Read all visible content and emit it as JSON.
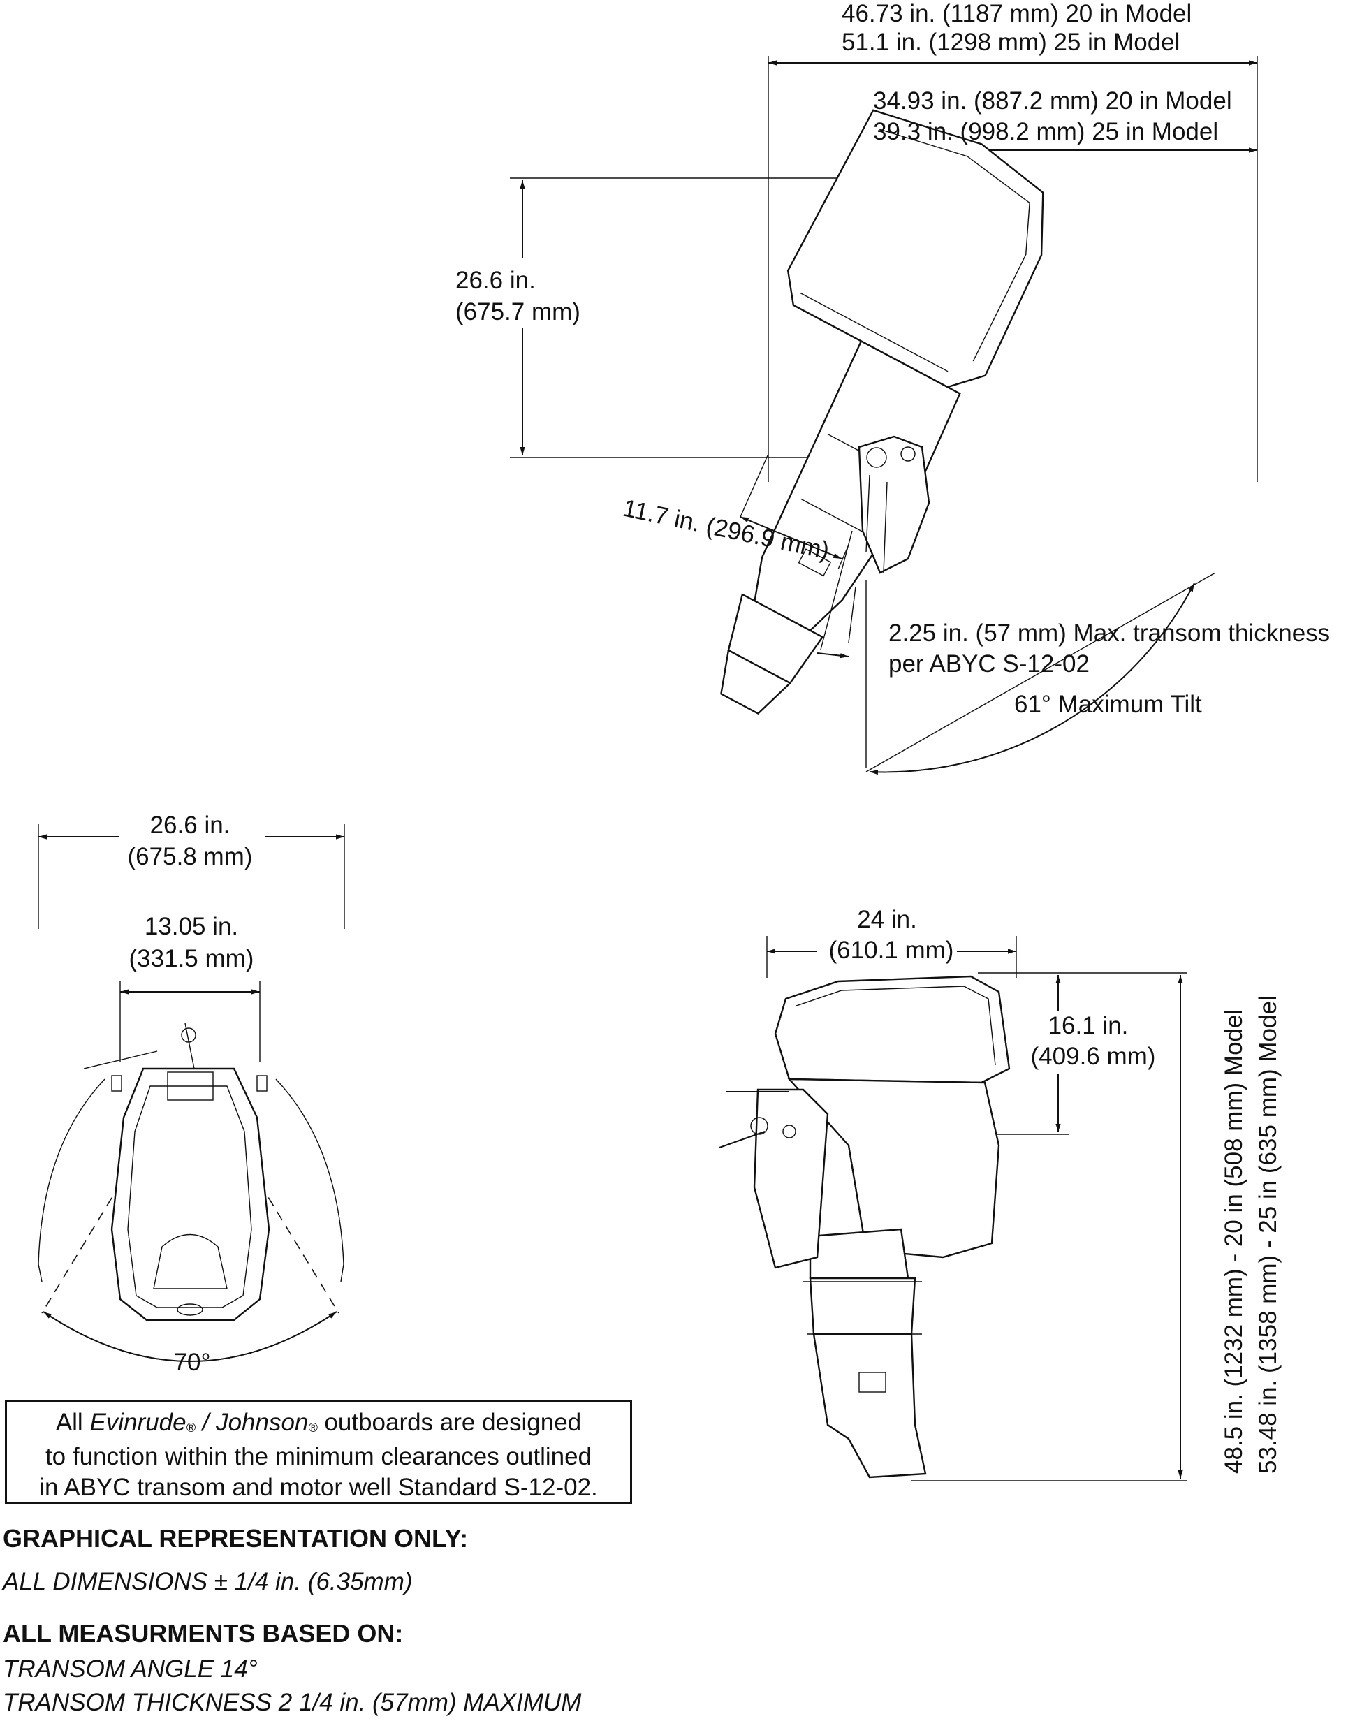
{
  "side_view_tilted": {
    "overall_length_20": "46.73 in. (1187 mm) 20 in Model",
    "overall_length_25": "51.1 in. (1298 mm) 25 in Model",
    "tilt_length_20": "34.93 in. (887.2 mm) 20 in Model",
    "tilt_length_25": "39.3 in. (998.2 mm) 25 in Model",
    "height_in": "26.6 in.",
    "height_mm": "(675.7 mm)",
    "clamp_offset": "11.7 in. (296.9 mm)",
    "transom_thickness_line1": "2.25 in. (57 mm) Max. transom thickness",
    "transom_thickness_line2": "per ABYC S-12-02",
    "max_tilt": "61° Maximum Tilt"
  },
  "top_view": {
    "swing_width_in": "26.6 in.",
    "swing_width_mm": "(675.8 mm)",
    "body_width_in": "13.05 in.",
    "body_width_mm": "(331.5 mm)",
    "steering_angle": "70°"
  },
  "side_view_upright": {
    "length_in": "24 in.",
    "length_mm": "(610.1 mm)",
    "cowl_height_in": "16.1 in.",
    "cowl_height_mm": "(409.6 mm)",
    "height_20": "48.5 in. (1232 mm) - 20 in (508 mm) Model",
    "height_25": "53.48 in. (1358 mm) - 25 in (635 mm) Model"
  },
  "notice": {
    "prefix": "All",
    "brand1": "Evinrude",
    "reg1": "®",
    "separator": "/",
    "brand2": "Johnson",
    "reg2": "®",
    "line1_tail": "outboards are designed",
    "line2": "to function within the minimum clearances outlined",
    "line3": "in ABYC transom and motor well Standard S-12-02."
  },
  "footer": {
    "heading1": "GRAPHICAL REPRESENTATION ONLY:",
    "tolerance": "ALL DIMENSIONS ± 1/4 in. (6.35mm)",
    "heading2": "ALL MEASURMENTS BASED ON:",
    "transom_angle": "TRANSOM ANGLE 14°",
    "transom_thickness": "TRANSOM THICKNESS 2 1/4 in. (57mm) MAXIMUM"
  }
}
